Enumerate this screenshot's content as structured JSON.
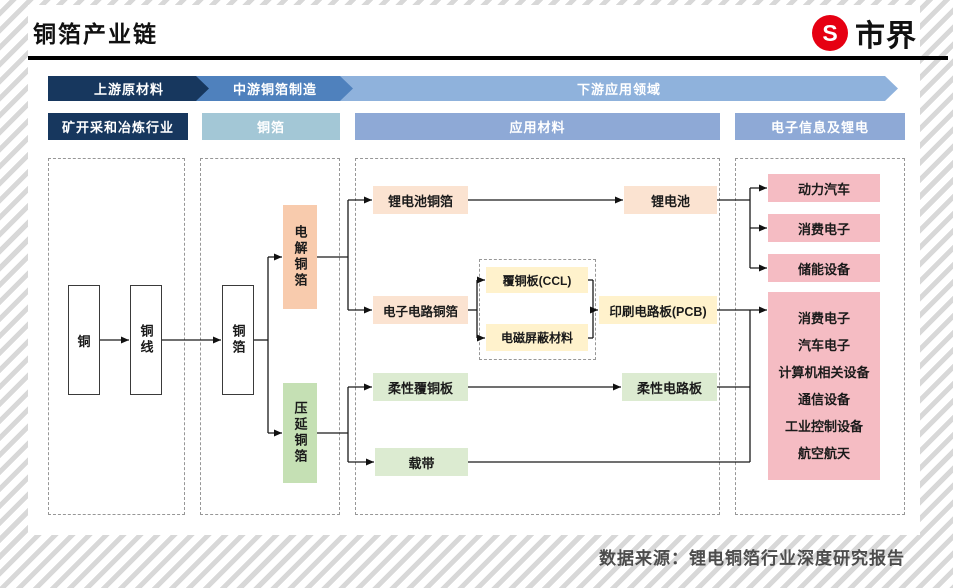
{
  "header": {
    "title": "铜箔产业链",
    "logo": {
      "mark": "S",
      "text": "市界",
      "color": "#e60012"
    }
  },
  "stage_arrows": [
    {
      "label": "上游原材料",
      "color": "#17375e"
    },
    {
      "label": "中游铜箔制造",
      "color": "#4f81bd"
    },
    {
      "label": "下游应用领域",
      "color": "#8fb2dc"
    }
  ],
  "category_bars": [
    {
      "label": "矿开采和冶炼行业",
      "color": "#17375e"
    },
    {
      "label": "铜箔",
      "color": "#a3c7d6"
    },
    {
      "label": "应用材料",
      "color": "#8ea9d6"
    },
    {
      "label": "电子信息及锂电",
      "color": "#8ea9d6"
    }
  ],
  "palette": {
    "peach": "#f8cbad",
    "peach_light": "#fbe3d1",
    "green": "#c5e0b4",
    "green_light": "#dcebd1",
    "yellow": "#fff2cc",
    "pink": "#f5bcc3"
  },
  "chain": {
    "copper": "铜",
    "copper_wire": "铜线",
    "copper_foil": "铜箔",
    "electrolytic_foil": "电解铜箔",
    "rolled_foil": "压延铜箔",
    "li_battery_foil": "锂电池铜箔",
    "electronic_circuit_foil": "电子电路铜箔",
    "flexible_ccl": "柔性覆铜板",
    "carrier_tape": "载带",
    "ccl": "覆铜板(CCL)",
    "emi_shielding": "电磁屏蔽材料",
    "pcb": "印刷电路板(PCB)",
    "li_battery": "锂电池",
    "flexible_circuit_board": "柔性电路板",
    "ev": "动力汽车",
    "consumer_electronics": "消费电子",
    "energy_storage": "储能设备",
    "downstream_applications": [
      "消费电子",
      "汽车电子",
      "计算机相关设备",
      "通信设备",
      "工业控制设备",
      "航空航天"
    ]
  },
  "footer": {
    "source": "数据来源：锂电铜箔行业深度研究报告"
  }
}
